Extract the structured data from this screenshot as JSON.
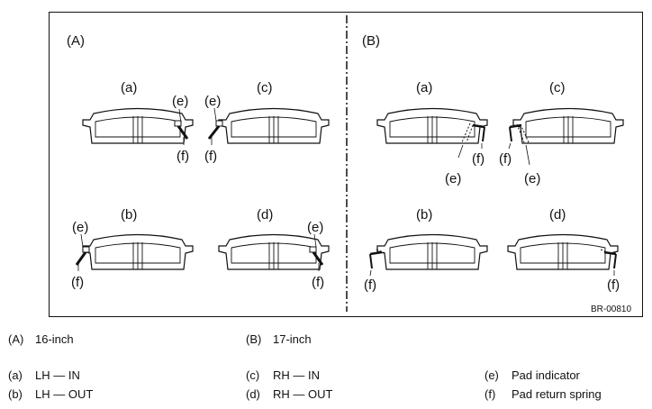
{
  "figure": {
    "panel_a_label": "(A)",
    "panel_b_label": "(B)",
    "code": "BR-00810",
    "labels": {
      "a": "(a)",
      "b": "(b)",
      "c": "(c)",
      "d": "(d)",
      "e": "(e)",
      "f": "(f)"
    }
  },
  "legend": [
    {
      "key": "(A)",
      "text": "16-inch"
    },
    {
      "key": "(B)",
      "text": "17-inch"
    },
    {
      "key": "(a)",
      "text": "LH — IN"
    },
    {
      "key": "(b)",
      "text": "LH — OUT"
    },
    {
      "key": "(c)",
      "text": "RH — IN"
    },
    {
      "key": "(d)",
      "text": "RH — OUT"
    },
    {
      "key": "(e)",
      "text": "Pad indicator"
    },
    {
      "key": "(f)",
      "text": "Pad return spring"
    }
  ]
}
